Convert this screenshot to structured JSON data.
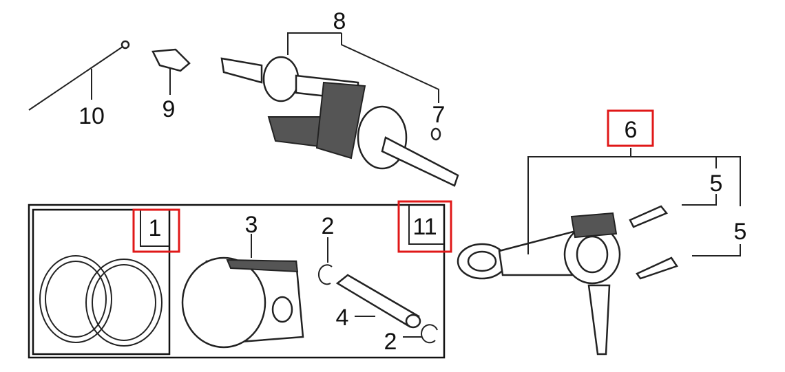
{
  "diagram": {
    "title": "Crankshaft, piston and connecting rod exploded parts diagram",
    "highlight_color": "#e01818",
    "callouts": {
      "crankshaft": "8",
      "wire_tie": "10",
      "key": "9",
      "pin_7": "7",
      "connecting_rod": "6",
      "bolt_upper": "5",
      "bolt_lower": "5",
      "piston_rings": "1",
      "piston": "3",
      "clip_upper": "2",
      "piston_kit": "11",
      "piston_pin": "4",
      "clip_lower": "2"
    },
    "highlighted": [
      "1",
      "6",
      "11"
    ]
  }
}
